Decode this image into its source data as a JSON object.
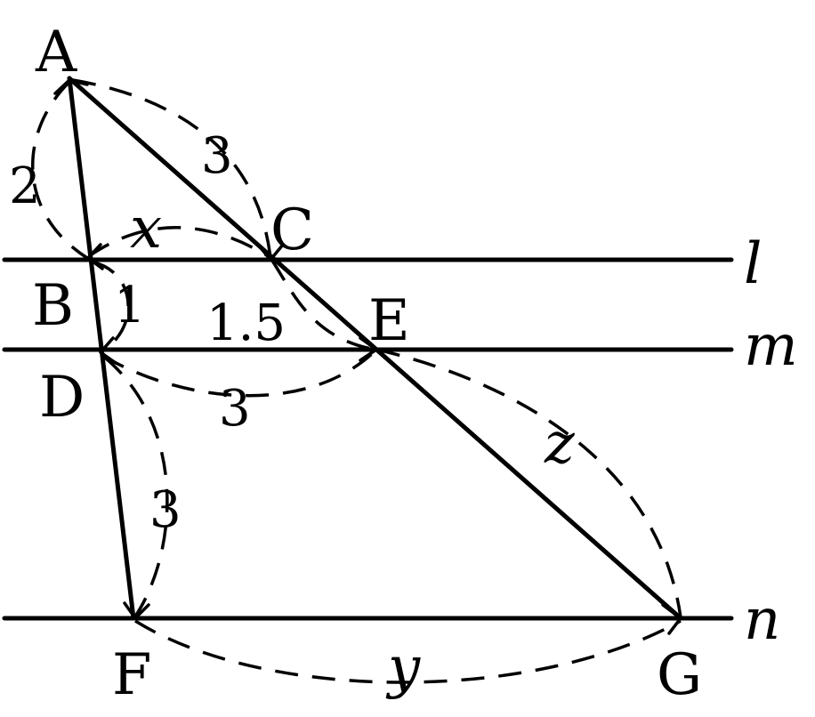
{
  "lines": {
    "l": "l",
    "m": "m",
    "n": "n"
  },
  "points": {
    "A": "A",
    "B": "B",
    "C": "C",
    "D": "D",
    "E": "E",
    "F": "F",
    "G": "G"
  },
  "measures": {
    "AB": "2",
    "AC": "3",
    "BC": "x",
    "BD": "1",
    "CE": "1.5",
    "DE": "3",
    "DF": "3",
    "EG": "z",
    "FG": "y"
  }
}
